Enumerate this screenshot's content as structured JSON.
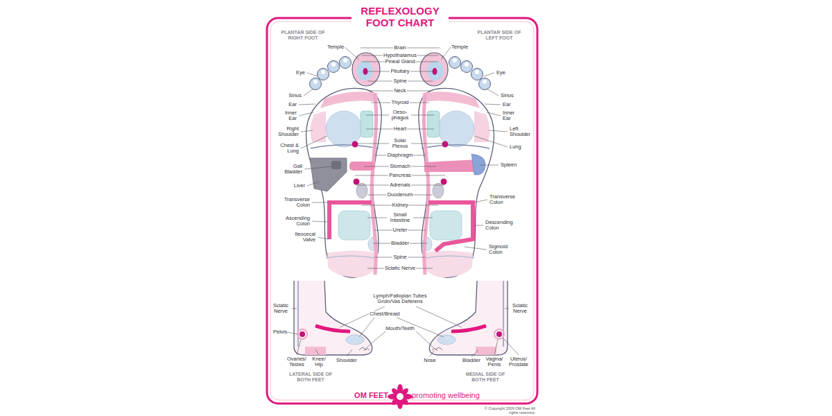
{
  "diagram": {
    "title": "REFLEXOLOGY FOOT CHART",
    "labels": [
      "PLANTAR SIDE OF RIGHT FOOT",
      "PLANTAR SIDE OF LEFT FOOT",
      "Temple",
      "Brain",
      "Temple",
      "Hypothalamus",
      "Pineal Gland",
      "Eye",
      "Pituitary",
      "Eye",
      "Spine",
      "Neck",
      "Sinus",
      "Sinus",
      "Ear",
      "Thyroid",
      "Ear",
      "Inner Ear",
      "Oeso- phagus",
      "Inner Ear",
      "Right Shoulder",
      "Heart",
      "Left Shoulder",
      "Chest & Lung",
      "Solar Plexus",
      "Lung",
      "Diaphragm",
      "Gall Bladder",
      "Stomach",
      "Spleen",
      "Pancreas",
      "Liver",
      "Adrenals",
      "Duodenum",
      "Transverse Colon",
      "Transverse Colon",
      "Kidney",
      "Small Intestine",
      "Ascending Colon",
      "Descending Colon",
      "Ureter",
      "Ileocecal Valve",
      "Bladder",
      "Sigmoid Colon",
      "Spine",
      "Sciatic Nerve",
      "Lymph/Fallopian Tubes Groin/Vas Deferens",
      "Sciatic Nerve",
      "Sciatic Nerve",
      "Chest/Breast",
      "Mouth/Teeth",
      "Pelvis",
      "Ovaries/ Testes",
      "Knee/ Hip",
      "Shoulder",
      "Nose",
      "Bladder",
      "Vagina/ Penis",
      "Uterus/ Prostate",
      "LATERAL SIDE OF BOTH FEET",
      "MEDIAL SIDE OF BOTH FEET",
      "OM FEET",
      "promoting wellbeing",
      "© Copyright 2009 OM Feet All rights reserved."
    ]
  }
}
